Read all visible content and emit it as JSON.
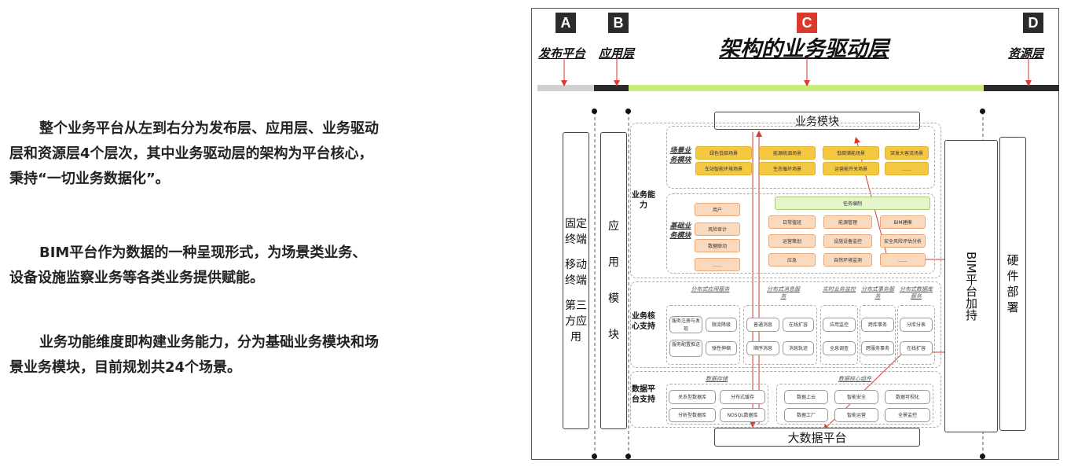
{
  "text": {
    "para1": "整个业务平台从左到右分为发布层、应用层、业务驱动层和资源层4个层次，其中业务驱动层的架构为平台核心，秉持“一切业务数据化”。",
    "para2": "BIM平台作为数据的一种呈现形式，为场景类业务、设备设施监察业务等各类业务提供赋能。",
    "para3": "业务功能维度即构建业务能力，分为基础业务模块和场景业务模块，目前规划共24个场景。"
  },
  "diagram": {
    "badges": [
      "A",
      "B",
      "C",
      "D"
    ],
    "layers": [
      "发布平台",
      "应用层",
      "架构的业务驱动层",
      "资源层"
    ],
    "colors": {
      "badge": "#2b2b2b",
      "badge_red": "#d93a2b",
      "bar_grey": "#cfcfcf",
      "bar_dark": "#2b2b2b",
      "bar_green": "#c9ec7a",
      "arrow": "#d93a2b"
    },
    "left_box": [
      "固定",
      "终端",
      "移动",
      "终端",
      "第三",
      "方应",
      "用"
    ],
    "app_box": [
      "应",
      "用",
      "模",
      "块"
    ],
    "business_module": "业务模块",
    "bigdata": "大数据平台",
    "bim_platform": "BIM平台加持",
    "hardware": [
      "硬",
      "件",
      "部",
      "署"
    ],
    "ability_label": "业务能力",
    "core_label": "业务核心支持",
    "data_label": "数据平台支持",
    "scene": {
      "title": "场景业务模块",
      "items": [
        "绿色低碳场景",
        "能源统调场景",
        "低碳储能场景",
        "突发大客流场景",
        "车站智能环境场景",
        "生态循环场景",
        "运营能开关场景",
        "……"
      ]
    },
    "basic": {
      "title": "基础业务模块",
      "left_items": [
        "用户",
        "风险审计",
        "数据联动",
        "……"
      ],
      "top_item": "任务编制",
      "right_items": [
        "日常值班",
        "能源管理",
        "BIM建模",
        "运营策划",
        "设施设备监控",
        "安全风险评估分析",
        "应急",
        "自然环境监测",
        "……"
      ]
    },
    "core": {
      "columns": [
        {
          "title": "分布式应用服务",
          "items": [
            "服务注册与发现",
            "限流降级",
            "服务配置推送",
            "弹性伸缩"
          ]
        },
        {
          "title": "分布式消息服务",
          "items": [
            "普通消息",
            "在线扩容",
            "顺序消息",
            "消息轨迹"
          ]
        },
        {
          "title": "实时业务监控",
          "items": [
            "应用监控",
            "全息调查"
          ]
        },
        {
          "title": "分布式事务服务",
          "items": [
            "跨库事务",
            "跨服务事务"
          ]
        },
        {
          "title": "分布式数据库服务",
          "items": [
            "分库分表",
            "在线扩容"
          ]
        }
      ]
    },
    "data": {
      "left_title": "数据存储",
      "left_items": [
        "关系型数据库",
        "分布式缓存",
        "分析型数据库",
        "NOSQL数据库"
      ],
      "right_title": "数据核心组件",
      "right_items": [
        "数据上云",
        "智能安全",
        "数据可视化",
        "数据工厂",
        "智能运营",
        "全景监控"
      ]
    }
  }
}
